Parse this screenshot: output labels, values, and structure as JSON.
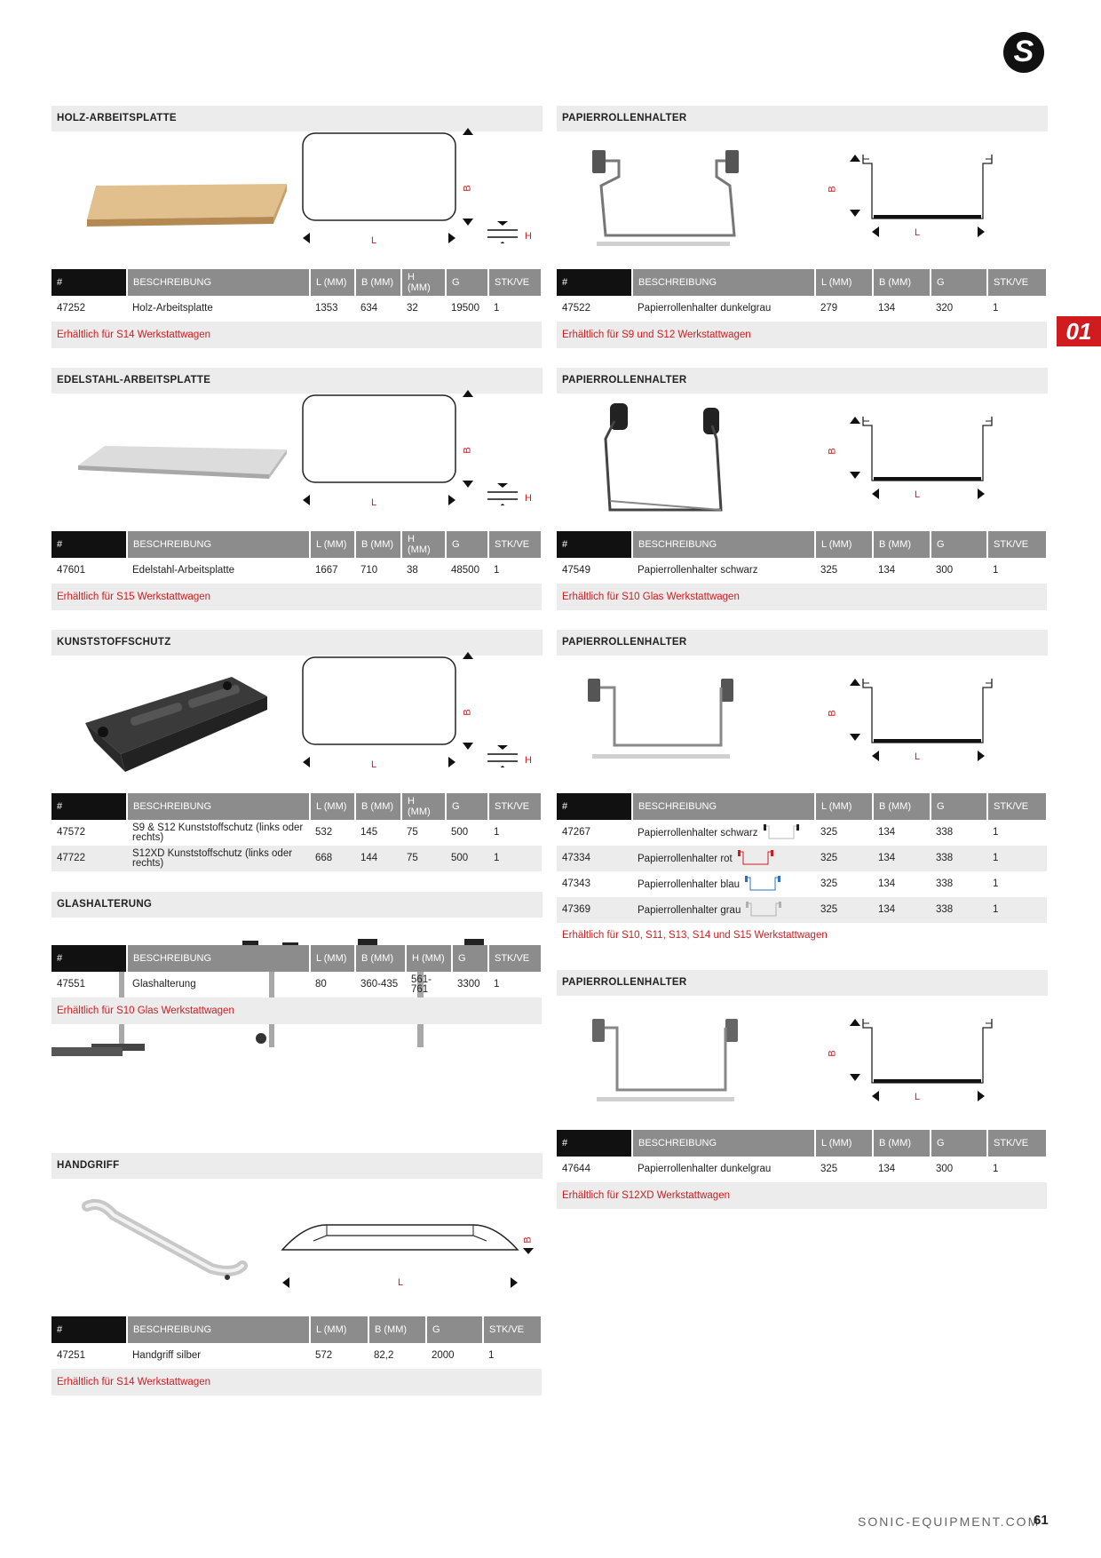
{
  "page": {
    "url": "SONIC-EQUIPMENT.COM",
    "number": "61",
    "tab": "01",
    "logo": "S"
  },
  "dims": {
    "l": "L",
    "b": "B",
    "h": "H"
  },
  "headers6": [
    "#",
    "BESCHREIBUNG",
    "L (MM)",
    "B (MM)",
    "H (MM)",
    "G",
    "STK/VE"
  ],
  "headers5": [
    "#",
    "BESCHREIBUNG",
    "L (MM)",
    "B (MM)",
    "G",
    "STK/VE"
  ],
  "holz": {
    "title": "HOLZ-ARBEITSPLATTE",
    "row": [
      "47252",
      "Holz-Arbeitsplatte",
      "1353",
      "634",
      "32",
      "19500",
      "1"
    ],
    "avail": "Erhältlich für S14 Werkstattwagen"
  },
  "edel": {
    "title": "EDELSTAHL-ARBEITSPLATTE",
    "row": [
      "47601",
      "Edelstahl-Arbeitsplatte",
      "1667",
      "710",
      "38",
      "48500",
      "1"
    ],
    "avail": "Erhältlich für S15 Werkstattwagen"
  },
  "kunst": {
    "title": "KUNSTSTOFFSCHUTZ",
    "rows": [
      [
        "47572",
        "S9 & S12 Kunststoffschutz (links oder rechts)",
        "532",
        "145",
        "75",
        "500",
        "1"
      ],
      [
        "47722",
        "S12XD Kunststoffschutz (links oder rechts)",
        "668",
        "144",
        "75",
        "500",
        "1"
      ]
    ]
  },
  "glas": {
    "title": "GLASHALTERUNG",
    "row": [
      "47551",
      "Glashalterung",
      "80",
      "360-435",
      "561-761",
      "3300",
      "1"
    ],
    "avail": "Erhältlich für S10 Glas Werkstattwagen"
  },
  "hand": {
    "title": "HANDGRIFF",
    "row": [
      "47251",
      "Handgriff silber",
      "572",
      "82,2",
      "2000",
      "1"
    ],
    "avail": "Erhältlich für S14 Werkstattwagen"
  },
  "papier1": {
    "title": "PAPIERROLLENHALTER",
    "row": [
      "47522",
      "Papierrollenhalter dunkelgrau",
      "279",
      "134",
      "320",
      "1"
    ],
    "avail": "Erhältlich für S9 und S12 Werkstattwagen"
  },
  "papier2": {
    "title": "PAPIERROLLENHALTER",
    "row": [
      "47549",
      "Papierrollenhalter schwarz",
      "325",
      "134",
      "300",
      "1"
    ],
    "avail": "Erhältlich für S10 Glas Werkstattwagen"
  },
  "papier3": {
    "title": "PAPIERROLLENHALTER",
    "rows": [
      [
        "47267",
        "Papierrollenhalter schwarz",
        "325",
        "134",
        "338",
        "1"
      ],
      [
        "47334",
        "Papierrollenhalter rot",
        "325",
        "134",
        "338",
        "1"
      ],
      [
        "47343",
        "Papierrollenhalter blau",
        "325",
        "134",
        "338",
        "1"
      ],
      [
        "47369",
        "Papierrollenhalter grau",
        "325",
        "134",
        "338",
        "1"
      ]
    ],
    "avail": "Erhältlich für S10, S11, S13, S14 und S15 Werkstattwagen",
    "colors": [
      "#222222",
      "#d01c1f",
      "#2a6fc9",
      "#b0b0b0"
    ]
  },
  "papier4": {
    "title": "PAPIERROLLENHALTER",
    "row": [
      "47644",
      "Papierrollenhalter dunkelgrau",
      "325",
      "134",
      "300",
      "1"
    ],
    "avail": "Erhältlich für S12XD Werkstattwagen"
  }
}
